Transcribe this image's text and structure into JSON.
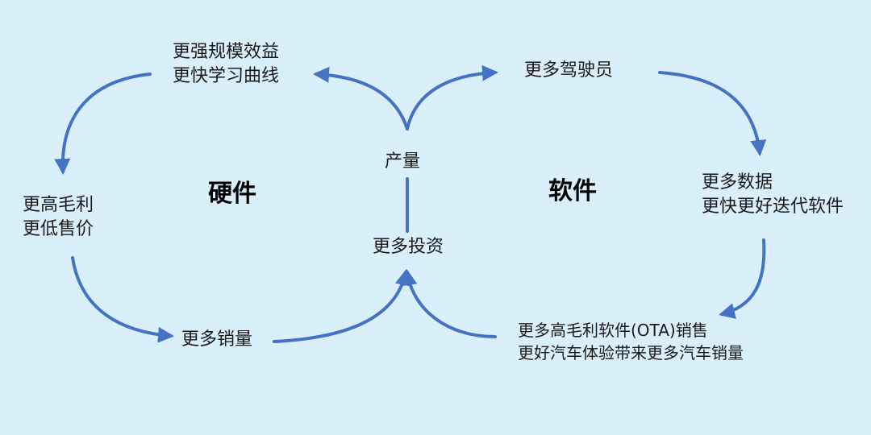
{
  "sections": {
    "hardware": "硬件",
    "software": "软件"
  },
  "nodes": {
    "top_left": [
      "更强规模效益",
      "更快学习曲线"
    ],
    "left": [
      "更高毛利",
      "更低售价"
    ],
    "bottom_left": "更多销量",
    "center_top": "产量",
    "center_bottom": "更多投资",
    "top_right": "更多驾驶员",
    "right": [
      "更多数据",
      "更快更好迭代软件"
    ],
    "bottom_right": [
      "更多高毛利软件(OTA)销售",
      "更好汽车体验带来更多汽车销量"
    ]
  },
  "colors": {
    "background": "#d9f0fb",
    "arrow": "#4472c4",
    "text": "#1a1a1a"
  }
}
